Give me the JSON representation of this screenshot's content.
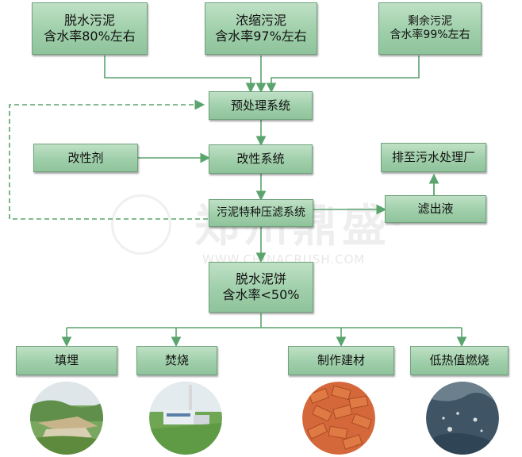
{
  "nodes": {
    "dewatered_sludge": {
      "line1": "脱水污泥",
      "line2": "含水率80%左右"
    },
    "thickened_sludge": {
      "line1": "浓缩污泥",
      "line2": "含水率97%左右"
    },
    "residual_sludge": {
      "line1": "剩余污泥",
      "line2": "含水率99%左右"
    },
    "pretreatment": "预处理系统",
    "modifier": "改性剂",
    "modification": "改性系统",
    "to_plant": "排至污水处理厂",
    "filtrate": "滤出液",
    "press_filter": "污泥特种压滤系统",
    "cake": {
      "line1": "脱水泥饼",
      "line2": "含水率<50%"
    },
    "landfill": "填埋",
    "incineration": "焚烧",
    "building_material": "制作建材",
    "low_heat_combustion": "低热值燃烧"
  },
  "watermark": {
    "cn": "郑州鼎盛",
    "en": "WWW.CHINACRUSH.COM",
    "mark": "®"
  },
  "colors": {
    "box_fill": "#a8d4b2",
    "box_border": "#6fa27c",
    "connector": "#5aa46e"
  }
}
